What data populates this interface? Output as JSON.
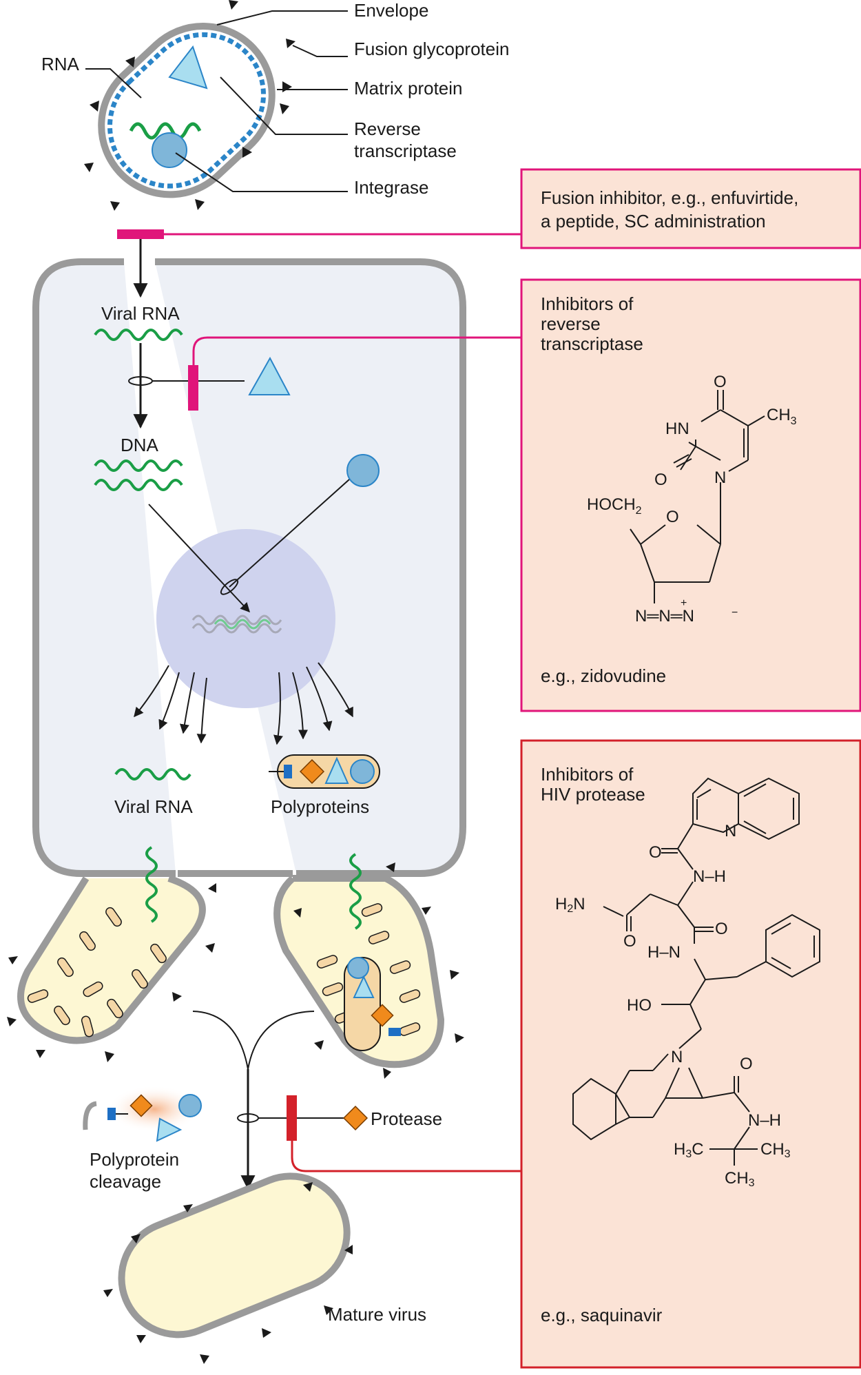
{
  "virion_labels": {
    "envelope": "Envelope",
    "fusion_glycoprotein": "Fusion glycoprotein",
    "matrix_protein": "Matrix protein",
    "reverse_transcriptase_line1": "Reverse",
    "reverse_transcriptase_line2": "transcriptase",
    "integrase": "Integrase",
    "rna": "RNA"
  },
  "cell_labels": {
    "viral_rna_top": "Viral RNA",
    "dna": "DNA",
    "viral_rna_bottom": "Viral RNA",
    "polyproteins": "Polyproteins"
  },
  "lower_labels": {
    "protease": "Protease",
    "polyprotein_cleavage_line1": "Polyprotein",
    "polyprotein_cleavage_line2": "cleavage",
    "mature_virus": "Mature virus"
  },
  "drug_boxes": {
    "fusion": {
      "line1": "Fusion inhibitor, e.g., enfuvirtide,",
      "line2": "a peptide, SC administration"
    },
    "rt": {
      "line1": "Inhibitors of",
      "line2": "reverse",
      "line3": "transcriptase",
      "example": "e.g., zidovudine"
    },
    "protease": {
      "line1": "Inhibitors of",
      "line2": "HIV protease",
      "example": "e.g., saquinavir"
    }
  },
  "zidovudine_atoms": {
    "o_top": "O",
    "ch3": "CH",
    "ch3_sub": "3",
    "hn": "HN",
    "o_left": "O",
    "n_ring": "N",
    "hoch2": "HOCH",
    "hoch2_sub": "2",
    "o_sugar": "O",
    "azide": "N═N═N",
    "azide_plus": "+",
    "azide_minus": "−"
  },
  "saquinavir_atoms": {
    "n_quinoline": "N",
    "o1": "O",
    "nh1": "N–H",
    "h2n": "H",
    "h2n_sub": "2",
    "h2n_n": "N",
    "o_amide": "O",
    "o2": "O",
    "hn2": "H–N",
    "ho": "HO",
    "n_ring": "N",
    "o3": "O",
    "nh3": "N–H",
    "h3c": "H",
    "h3c_sub": "3",
    "h3c_c": "C",
    "ch3_right": "CH",
    "ch3_right_sub": "3",
    "ch3_bottom": "CH",
    "ch3_bottom_sub": "3"
  },
  "colors": {
    "envelope_gray": "#9a9a9a",
    "rna_green": "#1a9e46",
    "integrase_blue": "#7fb6d9",
    "triangle_blue": "#a9def0",
    "fusion_magenta": "#e0157a",
    "protease_red": "#d3212a",
    "box_fill": "#fbe3d6",
    "cell_fill": "#edf0f6",
    "nucleus_fill": "#cfd3ee",
    "virus_fill": "#fdf7d3",
    "protease_orange": "#f08a1c",
    "blue_rect": "#1e6fc4",
    "capsule_fill": "#f5d7a6"
  }
}
